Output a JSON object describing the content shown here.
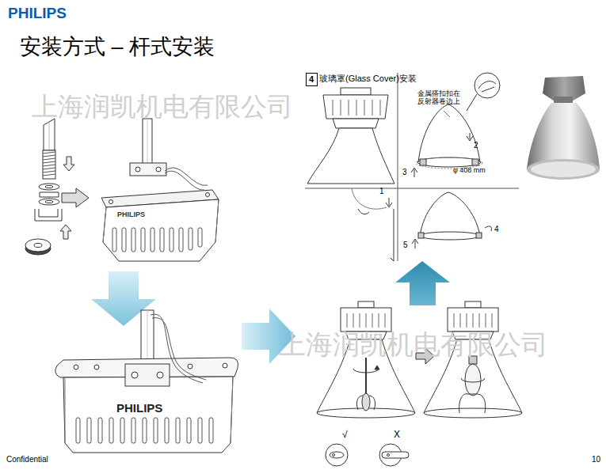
{
  "diagram": {
    "title": "安装方式 – 杆式安装",
    "nodes": [
      {
        "text": [
          "4"
        ]
      }
    ],
    "labels": [
      "PHILIPS",
      "上海润凯机电有限公司",
      "PHILIPS",
      "PHILIPS",
      "玻璃罩(Glass Cover)安装",
      "金属搭扣扣在 反射器卷边上",
      "φ 408 mm",
      "1",
      "2",
      "3",
      "4",
      "5",
      "上海润凯机电有限公司",
      "√",
      "X",
      "Confidential",
      "10"
    ]
  }
}
